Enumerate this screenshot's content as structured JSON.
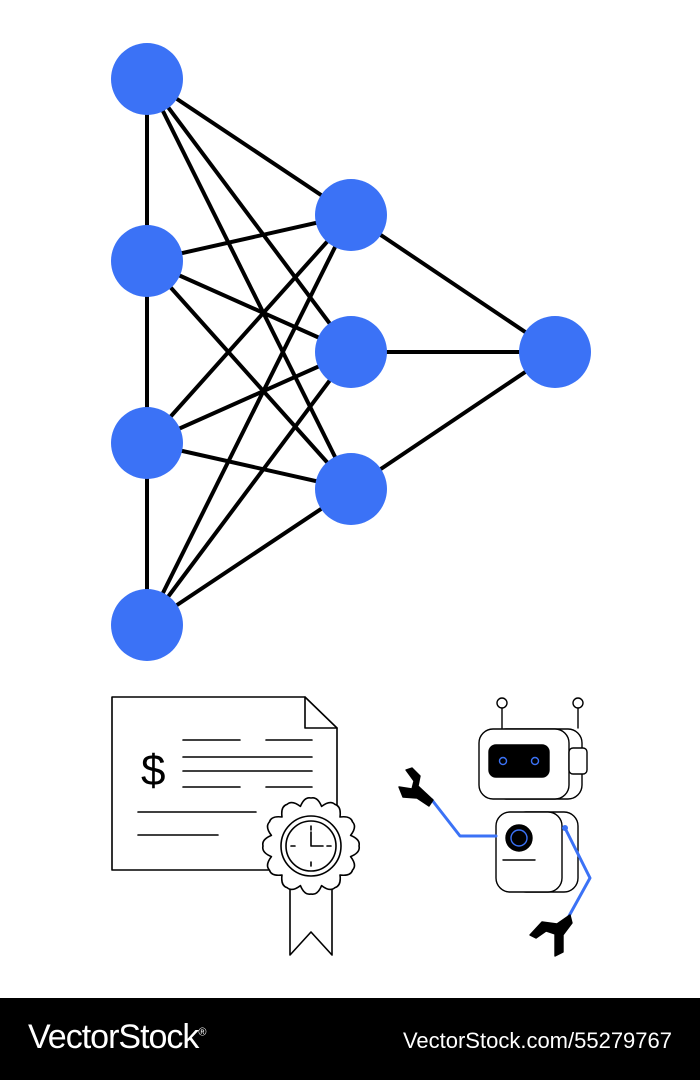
{
  "colors": {
    "node": "#3b72f6",
    "edge": "#000000",
    "accent": "#3b72f6",
    "background": "#ffffff",
    "footer_bg": "#000000",
    "footer_text": "#ffffff"
  },
  "network": {
    "layers": [
      {
        "name": "input",
        "node_count": 4
      },
      {
        "name": "hidden",
        "node_count": 3
      },
      {
        "name": "output",
        "node_count": 1
      }
    ],
    "fully_connected": true,
    "input_layer_vertical_links": true
  },
  "icons": {
    "certificate": "certificate-icon",
    "dollar": "dollar-sign-icon",
    "seal": "award-seal-icon",
    "clock": "clock-icon",
    "robot": "robot-icon"
  },
  "certificate": {
    "symbol": "$"
  },
  "footer": {
    "brand": "VectorStock",
    "registered_mark": "®",
    "stock_id": "VectorStock.com/55279767"
  }
}
